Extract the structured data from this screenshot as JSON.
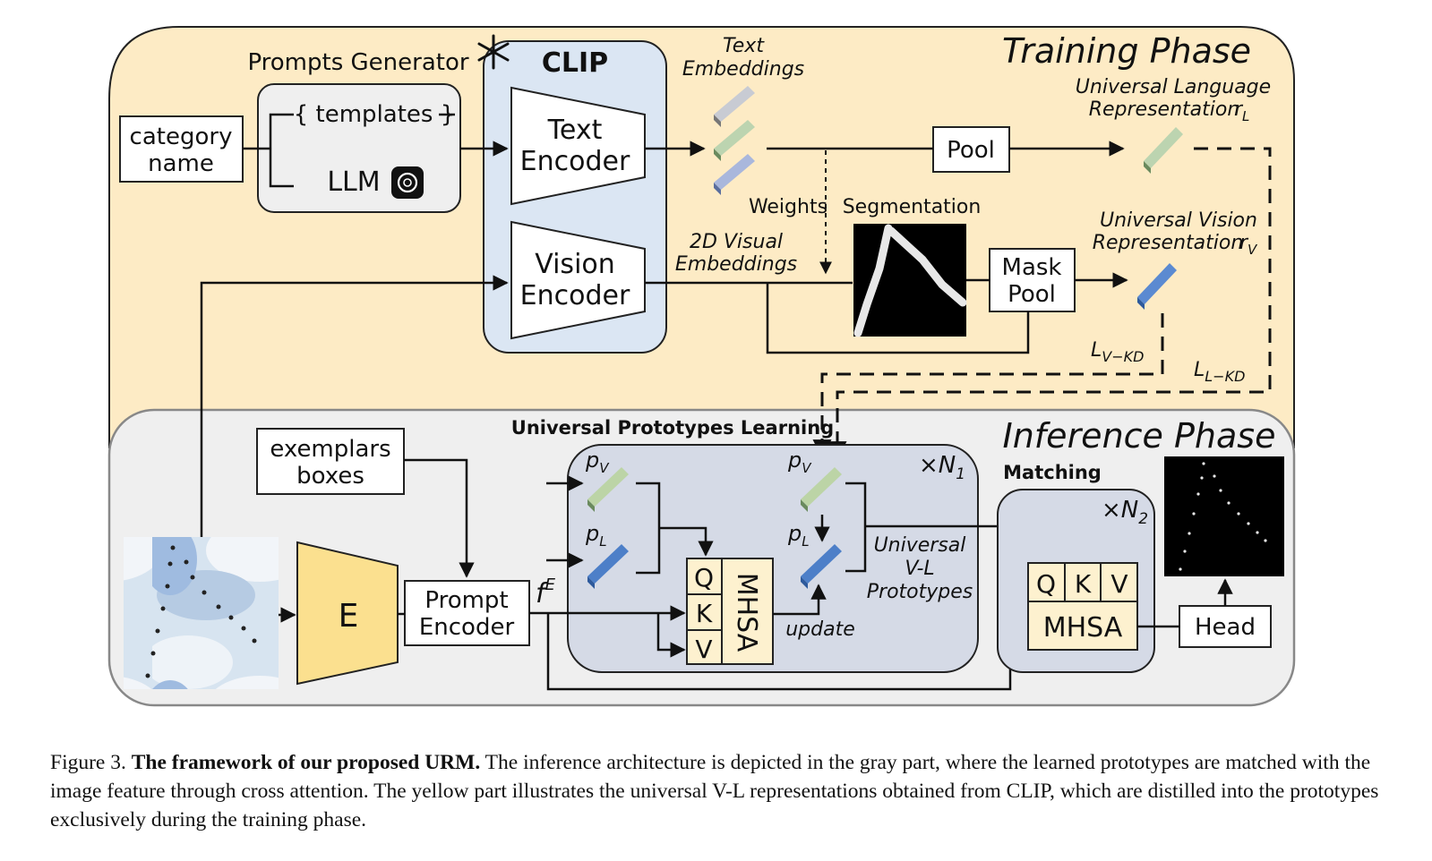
{
  "training_phase": {
    "title": "Training Phase",
    "prompts_generator": {
      "title": "Prompts Generator",
      "templates": "{ templates }",
      "llm": "LLM"
    },
    "category_name": [
      "category",
      "name"
    ],
    "clip": {
      "title": "CLIP",
      "text_encoder": [
        "Text",
        "Encoder"
      ],
      "vision_encoder": [
        "Vision",
        "Encoder"
      ]
    },
    "text_embeddings": [
      "Text",
      "Embeddings"
    ],
    "pool": "Pool",
    "universal_language": [
      "Universal Language",
      "Representation"
    ],
    "universal_language_symbol": "r",
    "universal_language_subscript": "L",
    "weights": "Weights",
    "segmentation": "Segmentation",
    "visual_embeddings": [
      "2D Visual",
      "Embeddings"
    ],
    "mask_pool": [
      "Mask",
      "Pool"
    ],
    "universal_vision": [
      "Universal Vision",
      "Representation"
    ],
    "universal_vision_symbol": "r",
    "universal_vision_subscript": "V",
    "loss_v": "L",
    "loss_v_sub": "V−KD",
    "loss_l": "L",
    "loss_l_sub": "L−KD"
  },
  "inference_phase": {
    "title": "Inference Phase",
    "exemplars_boxes": [
      "exemplars",
      "boxes"
    ],
    "encoder_e": "E",
    "prompt_encoder": [
      "Prompt",
      "Encoder"
    ],
    "feature_symbol": "f",
    "feature_sup": "E",
    "upl": {
      "title": "Universal Prototypes Learning",
      "repeat_symbol": "×N",
      "repeat_sub": "1",
      "p_symbol": "p",
      "p_v_sub": "V",
      "p_l_sub": "L",
      "q": "Q",
      "k": "K",
      "v": "V",
      "mhsa": "MHSA",
      "update": "update",
      "vl_prototypes": [
        "Universal",
        "V-L",
        "Prototypes"
      ]
    },
    "matching": {
      "title": "Matching",
      "repeat_symbol": "×N",
      "repeat_sub": "2",
      "q": "Q",
      "k": "K",
      "v": "V",
      "mhsa": "MHSA"
    },
    "head": "Head"
  },
  "caption": {
    "label": "Figure 3.",
    "bold": "The framework of our proposed URM.",
    "text": "The inference architecture is depicted in the gray part, where the learned prototypes are matched with the image feature through cross attention. The yellow part illustrates the universal V-L representations obtained from CLIP, which are distilled into the prototypes exclusively during the training phase."
  },
  "colors": {
    "training_bg": "#fdebc5",
    "inference_bg": "#efefef",
    "clip_bg": "#dbe6f3",
    "module_bg": "#d5dae6",
    "encoder_e": "#fbe08f",
    "attn_bg": "#fdf1cf",
    "text_embed_1": "#c8cbd3",
    "text_embed_2": "#bcd4b0",
    "text_embed_3": "#a9b7dc",
    "lang_repr": "#bcd4b0",
    "vision_repr": "#5b8ad1",
    "proto_v": "#bcd4a6",
    "proto_l": "#4d7fc8"
  }
}
